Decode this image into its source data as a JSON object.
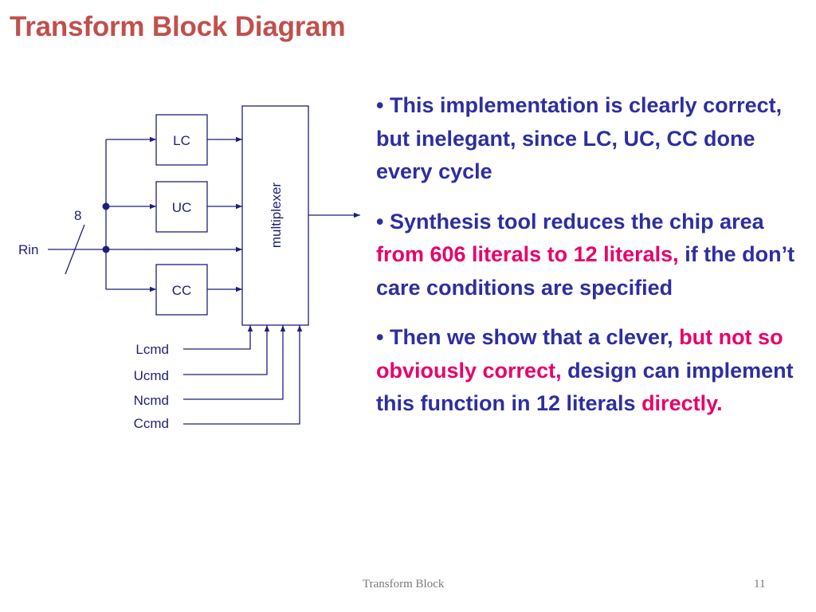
{
  "title": "Transform Block Diagram",
  "diagram": {
    "input_label": "Rin",
    "bus_width": "8",
    "blocks": [
      "LC",
      "UC",
      "CC"
    ],
    "mux_label": "multiplexer",
    "commands": [
      "Lcmd",
      "Ucmd",
      "Ncmd",
      "Ccmd"
    ]
  },
  "bullets": [
    {
      "segments": [
        {
          "text": "This implementation is clearly correct, but inelegant, since LC, UC, CC done every cycle",
          "highlight": false
        }
      ]
    },
    {
      "segments": [
        {
          "text": "Synthesis tool reduces the chip area ",
          "highlight": false
        },
        {
          "text": "from 606 literals to 12 literals,",
          "highlight": true
        },
        {
          "text": " if the don’t care conditions are specified",
          "highlight": false
        }
      ]
    },
    {
      "segments": [
        {
          "text": " Then we show that a clever, ",
          "highlight": false
        },
        {
          "text": "but not so  obviously correct,",
          "highlight": true
        },
        {
          "text": " design can implement this function in 12 literals ",
          "highlight": false
        },
        {
          "text": "directly.",
          "highlight": true
        }
      ]
    }
  ],
  "footer": {
    "title": "Transform Block",
    "page_number": "11"
  },
  "colors": {
    "title": "#c0504d",
    "bullet_text": "#2e2ea0",
    "highlight": "#e8006a",
    "diagram_line": "#1f1f7a"
  }
}
